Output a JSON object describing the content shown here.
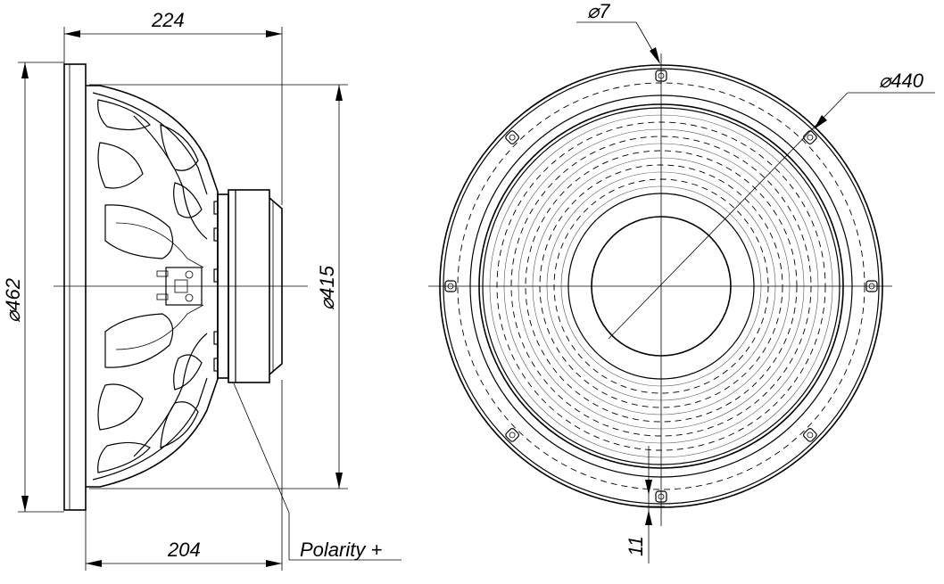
{
  "dimensions": {
    "depth_total": "224",
    "depth_frame": "204",
    "outer_diameter": "⌀462",
    "inner_diameter": "⌀415",
    "hole_diameter": "⌀7",
    "bolt_circle": "⌀440",
    "flange_thickness": "11"
  },
  "labels": {
    "polarity": "Polarity +"
  }
}
